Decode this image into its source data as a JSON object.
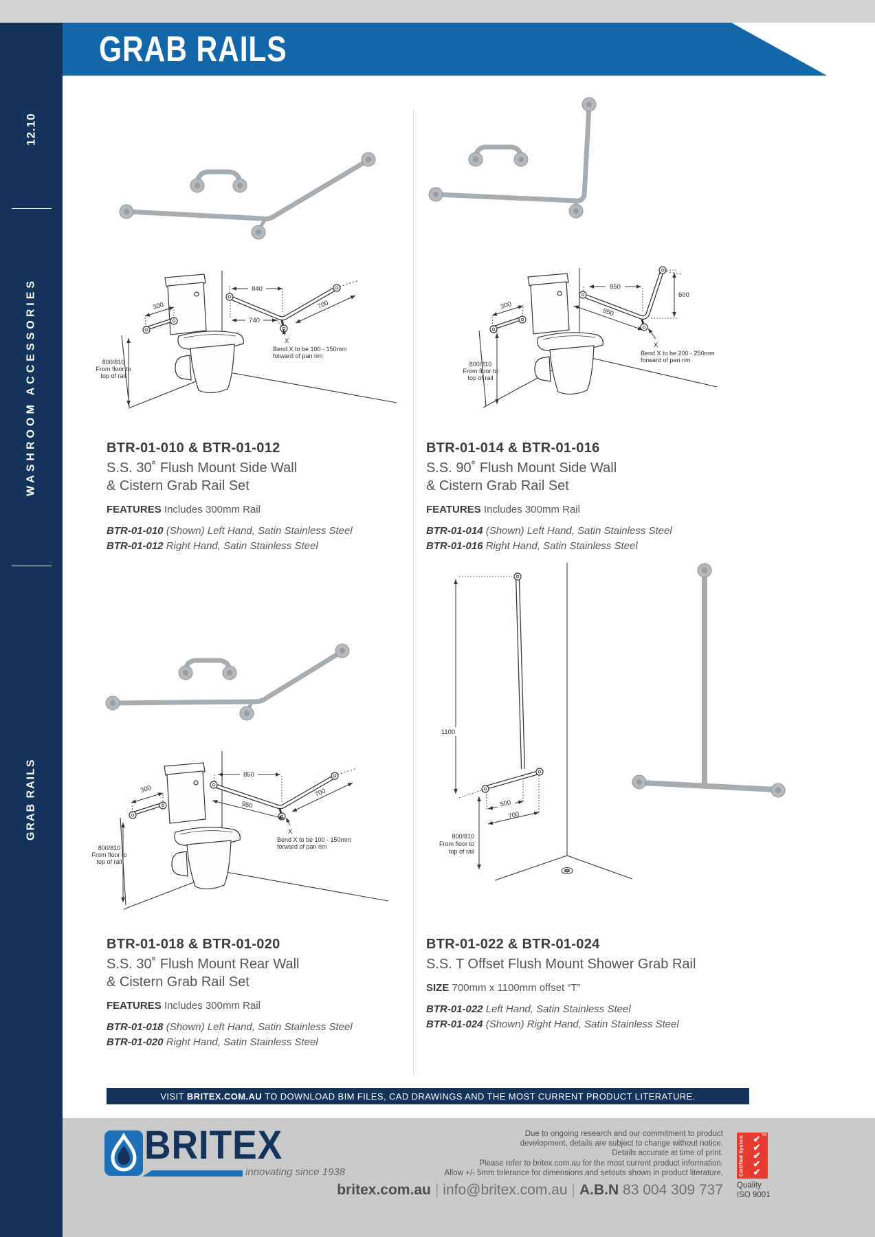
{
  "page": {
    "section_number": "12.10",
    "sidebar_category": "WASHROOM ACCESSORIES",
    "sidebar_subcategory": "GRAB RAILS",
    "header_title": "GRAB RAILS"
  },
  "products": [
    {
      "code": "BTR-01-010 & BTR-01-012",
      "name_line1": "S.S. 30˚ Flush Mount Side Wall",
      "name_line2": "& Cistern Grab Rail Set",
      "spec_label": "FEATURES",
      "spec_value": "Includes 300mm Rail",
      "variants": [
        {
          "code": "BTR-01-010",
          "desc": "(Shown) Left Hand, Satin Stainless Steel"
        },
        {
          "code": "BTR-01-012",
          "desc": "Right Hand, Satin Stainless Steel"
        }
      ],
      "diagram": {
        "rail_dim": "300",
        "dim_a": "840",
        "dim_b": "740",
        "dim_c": "700",
        "bend_x": "X",
        "bend_note_1": "Bend X to be 100 - 150mm",
        "bend_note_2": "forward of pan rim",
        "height_1": "800/810",
        "height_2": "From floor to",
        "height_3": "top of rail"
      }
    },
    {
      "code": "BTR-01-014 & BTR-01-016",
      "name_line1": "S.S. 90˚ Flush Mount Side Wall",
      "name_line2": "& Cistern Grab Rail Set",
      "spec_label": "FEATURES",
      "spec_value": "Includes 300mm Rail",
      "variants": [
        {
          "code": "BTR-01-014",
          "desc": "(Shown) Left Hand, Satin Stainless Steel"
        },
        {
          "code": "BTR-01-016",
          "desc": "Right Hand, Satin Stainless Steel"
        }
      ],
      "diagram": {
        "rail_dim": "300",
        "dim_a": "850",
        "dim_b": "950",
        "dim_c": "600",
        "bend_x": "X",
        "bend_note_1": "Bend X to be 200 - 250mm",
        "bend_note_2": "forward of pan rim",
        "height_1": "800/810",
        "height_2": "From floor to",
        "height_3": "top of rail"
      }
    },
    {
      "code": "BTR-01-018 & BTR-01-020",
      "name_line1": "S.S. 30˚ Flush Mount Rear Wall",
      "name_line2": "& Cistern Grab Rail Set",
      "spec_label": "FEATURES",
      "spec_value": "Includes 300mm Rail",
      "variants": [
        {
          "code": "BTR-01-018",
          "desc": "(Shown) Left Hand, Satin Stainless Steel"
        },
        {
          "code": "BTR-01-020",
          "desc": "Right Hand, Satin Stainless Steel"
        }
      ],
      "diagram": {
        "rail_dim": "300",
        "dim_a": "850",
        "dim_b": "950",
        "dim_c": "700",
        "bend_x": "X",
        "bend_note_1": "Bend X to be 100 - 150mm",
        "bend_note_2": "forward of pan rim",
        "height_1": "800/810",
        "height_2": "From floor to",
        "height_3": "top of rail"
      }
    },
    {
      "code": "BTR-01-022 & BTR-01-024",
      "name_line1": "S.S. T Offset Flush Mount Shower Grab Rail",
      "name_line2": "",
      "spec_label": "SIZE",
      "spec_value": "700mm x 1100mm offset “T”",
      "variants": [
        {
          "code": "BTR-01-022",
          "desc": "Left Hand, Satin Stainless Steel"
        },
        {
          "code": "BTR-01-024",
          "desc": "(Shown) Right Hand, Satin Stainless Steel"
        }
      ],
      "diagram": {
        "dim_a": "500",
        "dim_b": "700",
        "dim_c": "1100",
        "height_1": "800/810",
        "height_2": "From floor to",
        "height_3": "top of rail"
      }
    }
  ],
  "banner": {
    "prefix": "VISIT",
    "brand": "BRITEX.COM.AU",
    "suffix": "TO DOWNLOAD BIM FILES, CAD DRAWINGS AND THE MOST CURRENT PRODUCT LITERATURE."
  },
  "footer": {
    "logo_text": "BRITEX",
    "tagline": "innovating since 1938",
    "disclaimer": [
      "Due to ongoing research and our commitment to product",
      "development, details are subject to change without notice.",
      "Details accurate at time of print.",
      "Please refer to britex.com.au for the most current product information.",
      "Allow +/- 5mm tolerance for dimensions and setouts shown in product literature."
    ],
    "website": "britex.com.au",
    "separator": "|",
    "email": "info@britex.com.au",
    "abn_label": "A.B.N",
    "abn_value": "83 004 309 737",
    "badge": {
      "vertical_text": "Certified System",
      "tm": "TM",
      "check_glyph": "✔",
      "line1": "Quality",
      "line2": "ISO 9001"
    }
  },
  "colors": {
    "navy": "#14335A",
    "header_blue": "#1167A9",
    "logo_blue": "#1C70B7",
    "footer_gray": "#C9CACC",
    "badge_red": "#E63C30"
  }
}
